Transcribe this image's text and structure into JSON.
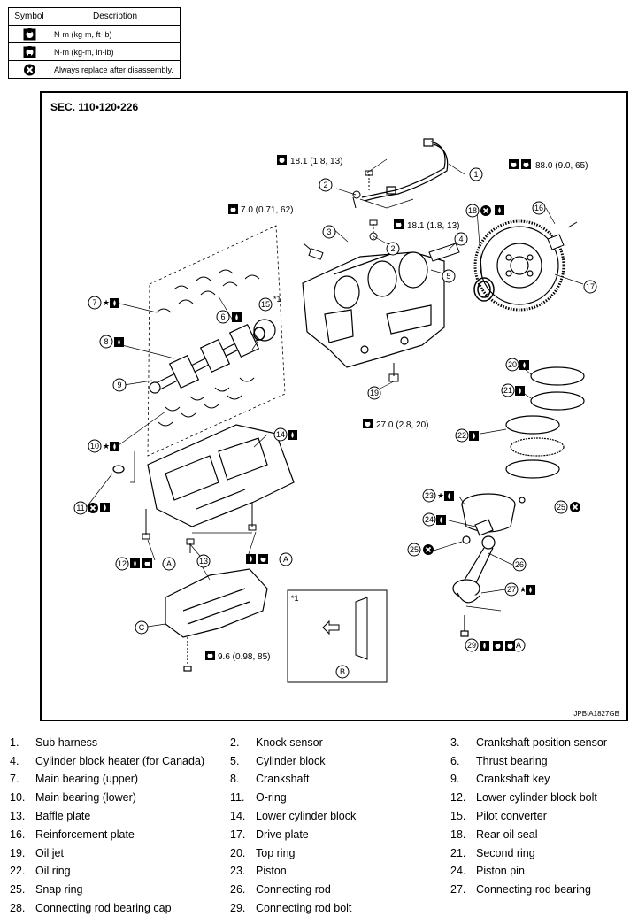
{
  "legend": {
    "header_symbol": "Symbol",
    "header_description": "Description",
    "rows": [
      {
        "icon": "torque-wrench-icon",
        "description": "N·m (kg-m, ft-lb)"
      },
      {
        "icon": "torque-wrench-small-icon",
        "description": "N·m (kg-m, in-lb)"
      },
      {
        "icon": "replace-x-icon",
        "description": "Always replace after disassembly."
      }
    ]
  },
  "diagram": {
    "section": "SEC. 110•120•226",
    "reference": "JPBIA1827GB",
    "torques": {
      "t1": "18.1 (1.8, 13)",
      "t2": "88.0 (9.0, 65)",
      "t3": "7.0 (0.71, 62)",
      "t4": "18.1 (1.8, 13)",
      "t5": "27.0 (2.8, 20)",
      "t6": "9.6 (0.98, 85)"
    },
    "note_mark": "*1",
    "letters": {
      "a": "A",
      "b": "B",
      "c": "C"
    },
    "star": "★",
    "callouts": [
      "1",
      "2",
      "2",
      "3",
      "4",
      "5",
      "6",
      "7",
      "8",
      "9",
      "10",
      "11",
      "12",
      "13",
      "14",
      "15",
      "16",
      "17",
      "18",
      "19",
      "20",
      "21",
      "22",
      "23",
      "24",
      "25",
      "25",
      "26",
      "27",
      "29"
    ]
  },
  "parts": [
    {
      "num": "1.",
      "name": "Sub harness"
    },
    {
      "num": "2.",
      "name": "Knock sensor"
    },
    {
      "num": "3.",
      "name": "Crankshaft position sensor"
    },
    {
      "num": "4.",
      "name": "Cylinder block heater (for Canada)"
    },
    {
      "num": "5.",
      "name": "Cylinder block"
    },
    {
      "num": "6.",
      "name": "Thrust bearing"
    },
    {
      "num": "7.",
      "name": "Main bearing (upper)"
    },
    {
      "num": "8.",
      "name": "Crankshaft"
    },
    {
      "num": "9.",
      "name": "Crankshaft key"
    },
    {
      "num": "10.",
      "name": "Main bearing (lower)"
    },
    {
      "num": "11.",
      "name": "O-ring"
    },
    {
      "num": "12.",
      "name": "Lower cylinder block bolt"
    },
    {
      "num": "13.",
      "name": "Baffle plate"
    },
    {
      "num": "14.",
      "name": "Lower cylinder block"
    },
    {
      "num": "15.",
      "name": "Pilot converter"
    },
    {
      "num": "16.",
      "name": "Reinforcement plate"
    },
    {
      "num": "17.",
      "name": "Drive plate"
    },
    {
      "num": "18.",
      "name": "Rear oil seal"
    },
    {
      "num": "19.",
      "name": "Oil jet"
    },
    {
      "num": "20.",
      "name": "Top ring"
    },
    {
      "num": "21.",
      "name": "Second ring"
    },
    {
      "num": "22.",
      "name": "Oil ring"
    },
    {
      "num": "23.",
      "name": "Piston"
    },
    {
      "num": "24.",
      "name": "Piston pin"
    },
    {
      "num": "25.",
      "name": "Snap ring"
    },
    {
      "num": "26.",
      "name": "Connecting rod"
    },
    {
      "num": "27.",
      "name": "Connecting rod bearing"
    },
    {
      "num": "28.",
      "name": "Connecting rod bearing cap"
    },
    {
      "num": "29.",
      "name": "Connecting rod bolt"
    }
  ]
}
